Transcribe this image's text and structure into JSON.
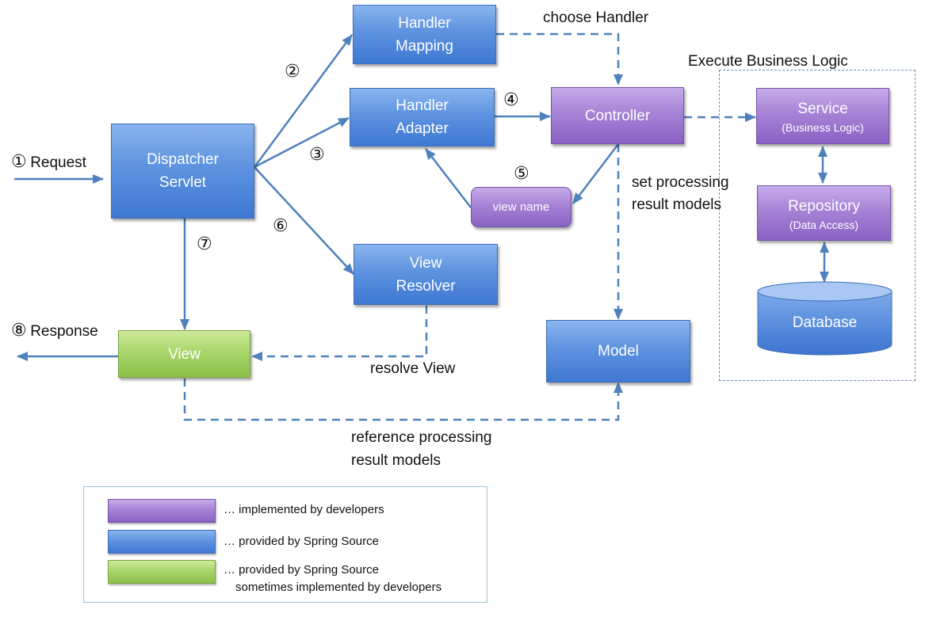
{
  "nodes": {
    "handler_mapping": {
      "line1": "Handler",
      "line2": "Mapping"
    },
    "handler_adapter": {
      "line1": "Handler",
      "line2": "Adapter"
    },
    "controller": {
      "label": "Controller"
    },
    "dispatcher": {
      "line1": "Dispatcher",
      "line2": "Servlet"
    },
    "view_name": {
      "label": "view name"
    },
    "view_resolver": {
      "line1": "View",
      "line2": "Resolver"
    },
    "view": {
      "label": "View"
    },
    "model": {
      "label": "Model"
    },
    "service": {
      "label": "Service",
      "sub": "(Business Logic)"
    },
    "repository": {
      "label": "Repository",
      "sub": "(Data Access)"
    },
    "database": {
      "label": "Database"
    }
  },
  "labels": {
    "choose_handler": "choose Handler",
    "execute_business_logic": "Execute Business Logic",
    "request": "Request",
    "response": "Response",
    "set_processing_line1": "set processing",
    "set_processing_line2": "result models",
    "resolve_view": "resolve View",
    "reference_line1": "reference processing",
    "reference_line2": "result models"
  },
  "steps": {
    "s1": "①",
    "s2": "②",
    "s3": "③",
    "s4": "④",
    "s5": "⑤",
    "s6": "⑥",
    "s7": "⑦",
    "s8": "⑧"
  },
  "legend": {
    "purple": "… implemented by developers",
    "blue": "… provided by Spring Source",
    "green_line1": "… provided by Spring Source",
    "green_line2": "sometimes implemented by developers"
  },
  "colors": {
    "arrow": "#4f81bd",
    "developer_component": "#a683d6",
    "spring_component": "#5e93e0",
    "spring_or_developer_component": "#a6d468"
  }
}
